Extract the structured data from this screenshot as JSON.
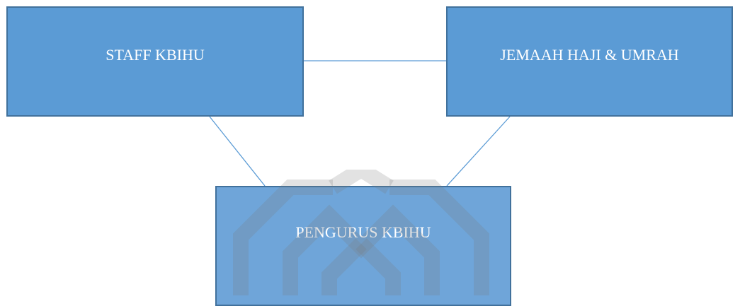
{
  "diagram": {
    "nodes": [
      {
        "id": "staff",
        "label": "STAFF KBIHU"
      },
      {
        "id": "jemaah",
        "label": "JEMAAH HAJI & UMRAH"
      },
      {
        "id": "pengurus",
        "label": "PENGURUS KBIHU"
      }
    ],
    "edges": [
      {
        "from": "staff",
        "to": "jemaah"
      },
      {
        "from": "staff",
        "to": "pengurus"
      },
      {
        "from": "jemaah",
        "to": "pengurus"
      }
    ],
    "colors": {
      "box_fill": "#5b9bd5",
      "box_border": "#41719c",
      "connector": "#5b9bd5",
      "text": "#ffffff"
    }
  }
}
